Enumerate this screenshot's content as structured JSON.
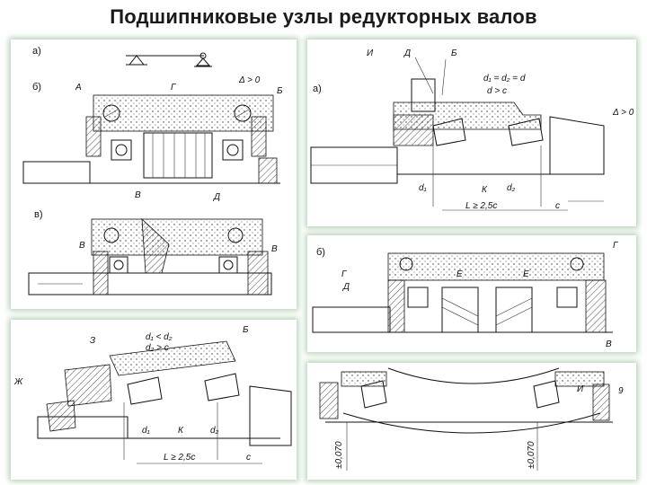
{
  "title": "Подшипниковые узлы редукторных валов",
  "panels": {
    "top_left": {
      "sub_a": "а)",
      "sub_b": "б)",
      "sub_v": "в)",
      "labels": [
        "А",
        "Г",
        "Δ > 0",
        "Б",
        "В",
        "Д",
        "В",
        "В"
      ]
    },
    "top_right": {
      "sub_a": "а)",
      "labels": [
        "И",
        "Д",
        "Б",
        "d₁ = d₂ = d",
        "d > c",
        "Δ > 0",
        "d₁",
        "d₂",
        "К",
        "L ≥ 2,5c",
        "c"
      ]
    },
    "mid_right": {
      "sub_b": "б)",
      "labels": [
        "Г",
        "Д",
        "Е",
        "Е",
        "Г",
        "В"
      ]
    },
    "bottom_left": {
      "labels": [
        "З",
        "d₁ < d₂",
        "d₂ > c",
        "Б",
        "Ж",
        "К",
        "d₁",
        "d₂",
        "L ≥ 2,5c",
        "c"
      ]
    },
    "bottom_right": {
      "labels": [
        "И",
        "9",
        "±0,070",
        "±0,070"
      ]
    }
  },
  "colors": {
    "panel_glow": "#78aa78",
    "ink": "#111111",
    "background": "#ffffff"
  }
}
